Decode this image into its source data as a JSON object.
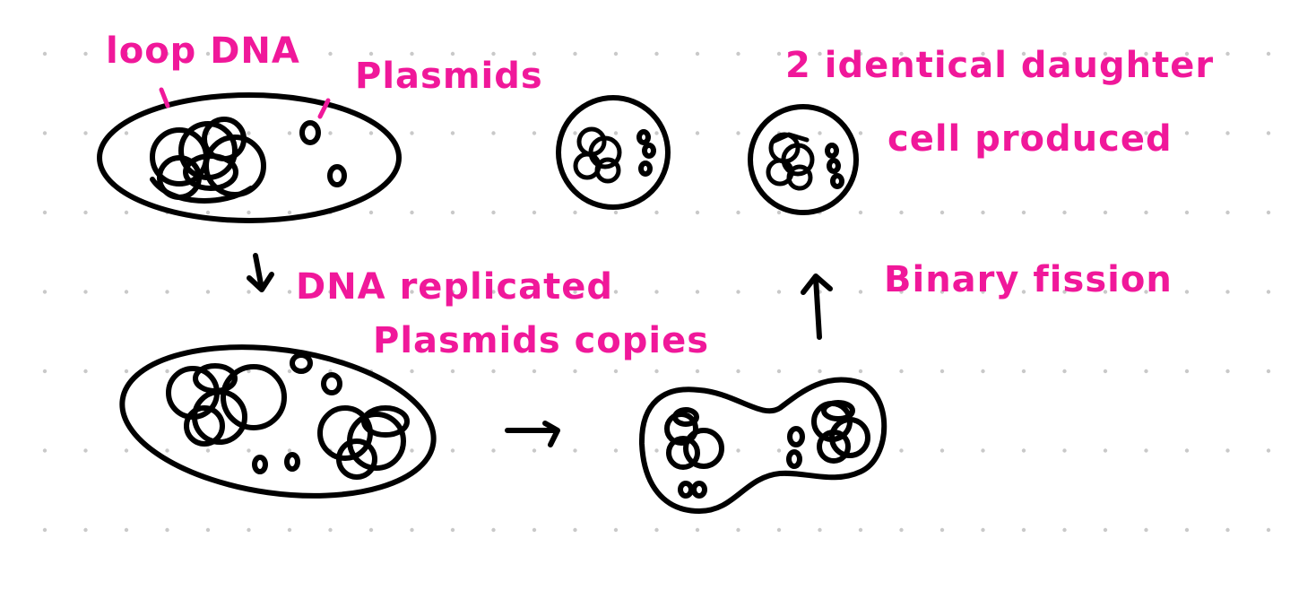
{
  "labels": {
    "loop_dna": "loop DNA",
    "plasmids": "Plasmids",
    "daughter_line1": "2 identical daughter",
    "daughter_line2": "cell produced",
    "dna_replicated": "DNA replicated",
    "plasmids_copies": "Plasmids copies",
    "binary_fission": "Binary fission"
  },
  "colors": {
    "annotation": "#f0189a",
    "ink": "#000000",
    "grid_dot": "#c9c9c9"
  }
}
